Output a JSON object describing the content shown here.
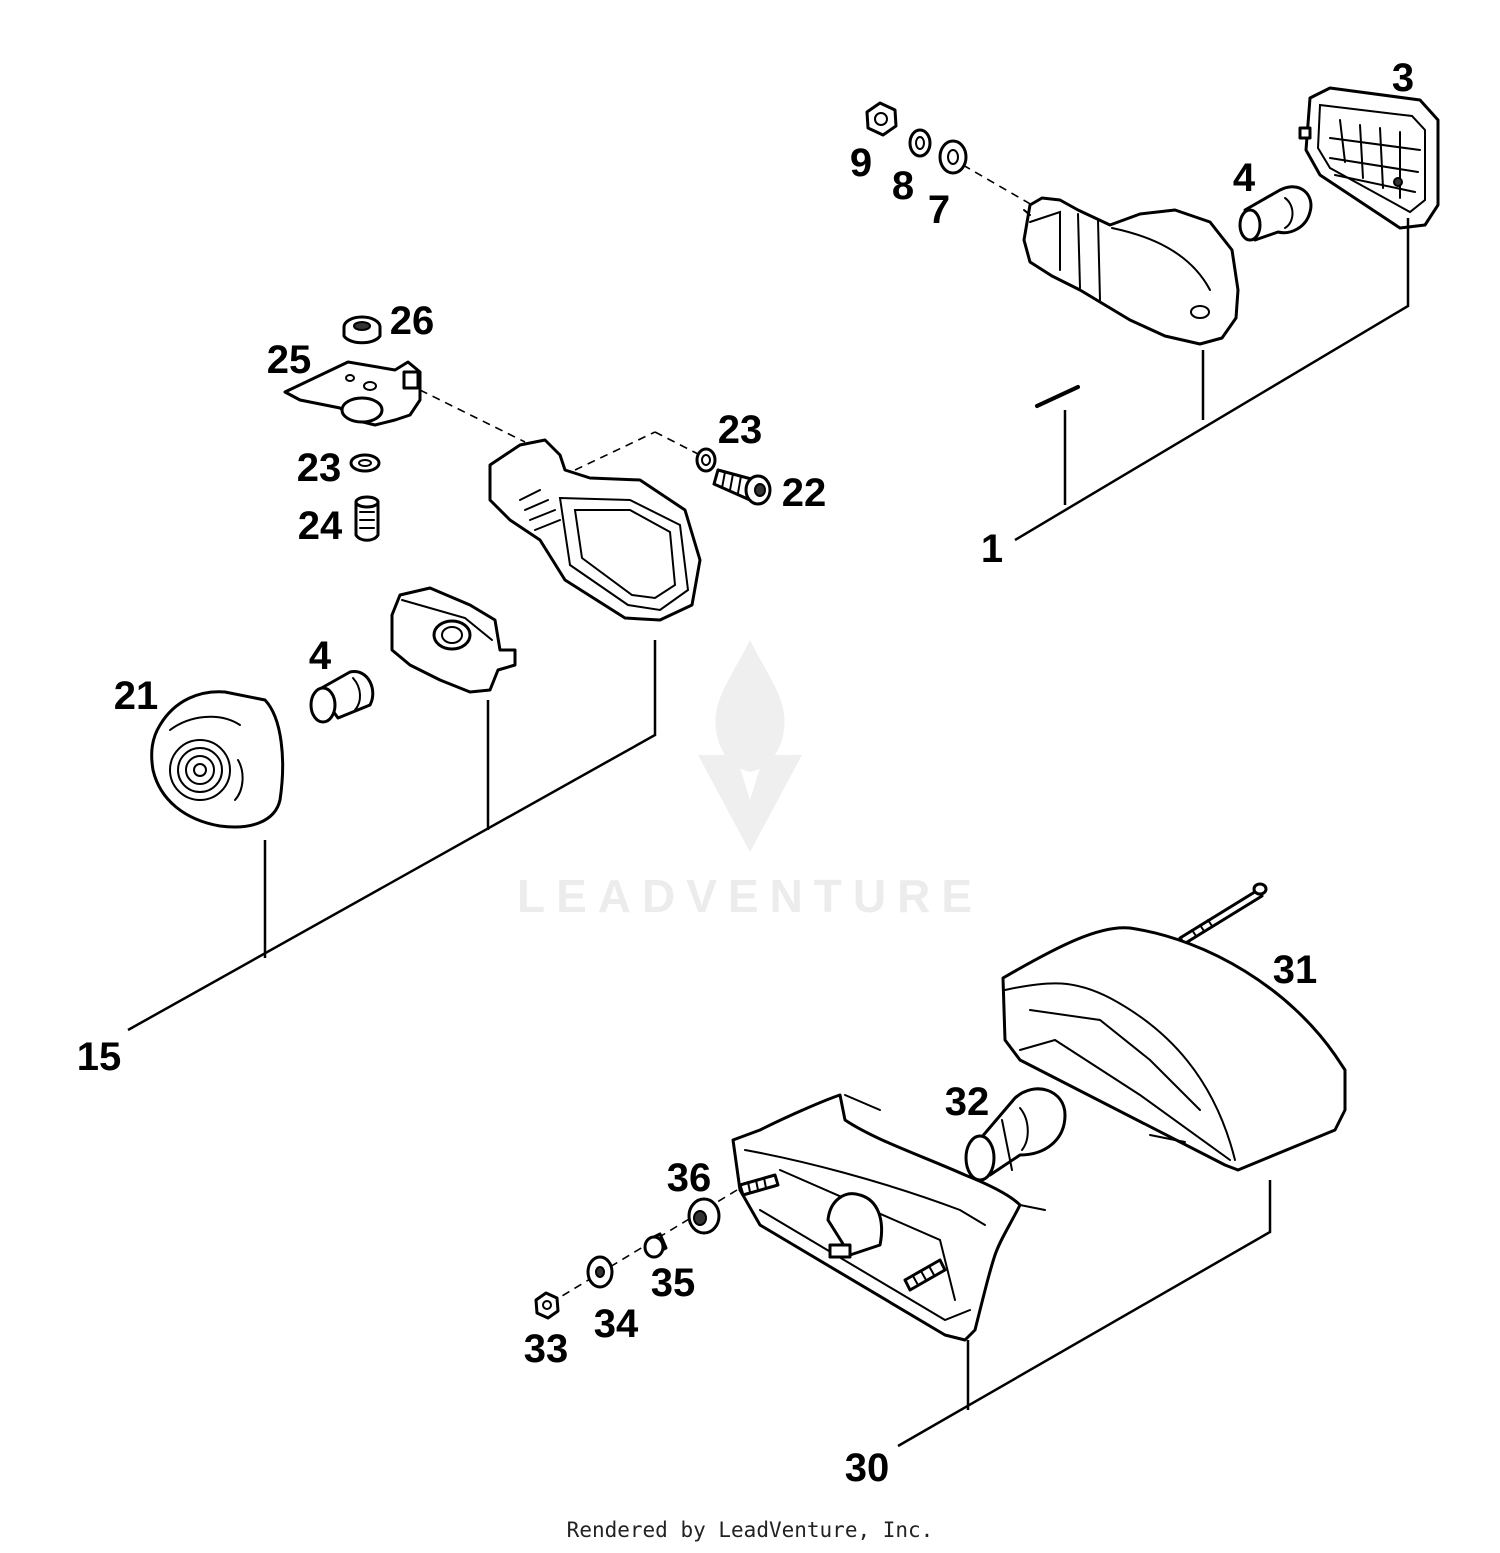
{
  "watermark": {
    "text": "LEADVENTURE"
  },
  "credit": "Rendered by LeadVenture, Inc.",
  "callouts": {
    "c1": "1",
    "c3": "3",
    "c4a": "4",
    "c7": "7",
    "c8": "8",
    "c9": "9",
    "c15": "15",
    "c4b": "4",
    "c21": "21",
    "c22": "22",
    "c23a": "23",
    "c23b": "23",
    "c24": "24",
    "c25": "25",
    "c26": "26",
    "c30": "30",
    "c31": "31",
    "c32": "32",
    "c33": "33",
    "c34": "34",
    "c35": "35",
    "c36": "36"
  }
}
